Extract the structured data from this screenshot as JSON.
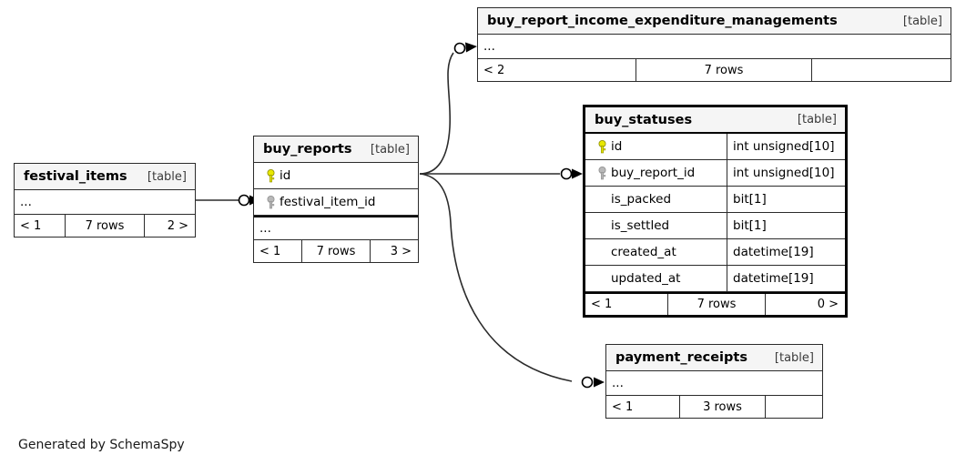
{
  "diagram": {
    "type": "entity-relationship-diagram",
    "generator_credit": "Generated by SchemaSpy",
    "table_tag": "[table]",
    "ellipsis": "...",
    "colors": {
      "primary_key_icon": "#e8e800",
      "foreign_key_icon": "#b0b0b0",
      "table_border": "#2b2b2b",
      "focus_table_border": "#000000",
      "title_background": "#f5f5f5",
      "page_background": "#ffffff"
    }
  },
  "tables": {
    "festival_items": {
      "name": "festival_items",
      "tag": "[table]",
      "ellipsis": "...",
      "footer": {
        "left": "< 1",
        "middle": "7 rows",
        "right": "2 >"
      }
    },
    "buy_reports": {
      "name": "buy_reports",
      "tag": "[table]",
      "ellipsis": "...",
      "columns": [
        {
          "key": "primary",
          "name": "id"
        },
        {
          "key": "foreign",
          "name": "festival_item_id"
        }
      ],
      "footer": {
        "left": "< 1",
        "middle": "7 rows",
        "right": "3 >"
      }
    },
    "buy_report_income_expenditure_managements": {
      "name": "buy_report_income_expenditure_managements",
      "tag": "[table]",
      "ellipsis": "...",
      "footer": {
        "left": "< 2",
        "middle": "7 rows",
        "right": ""
      }
    },
    "buy_statuses": {
      "name": "buy_statuses",
      "tag": "[table]",
      "focused": true,
      "columns": [
        {
          "key": "primary",
          "name": "id",
          "type": "int unsigned[10]"
        },
        {
          "key": "foreign",
          "name": "buy_report_id",
          "type": "int unsigned[10]"
        },
        {
          "key": "none",
          "name": "is_packed",
          "type": "bit[1]"
        },
        {
          "key": "none",
          "name": "is_settled",
          "type": "bit[1]"
        },
        {
          "key": "none",
          "name": "created_at",
          "type": "datetime[19]"
        },
        {
          "key": "none",
          "name": "updated_at",
          "type": "datetime[19]"
        }
      ],
      "footer": {
        "left": "< 1",
        "middle": "7 rows",
        "right": "0 >"
      }
    },
    "payment_receipts": {
      "name": "payment_receipts",
      "tag": "[table]",
      "ellipsis": "...",
      "footer": {
        "left": "< 1",
        "middle": "3 rows",
        "right": ""
      }
    }
  },
  "relationships": [
    {
      "from": "festival_items",
      "to": "buy_reports",
      "to_column": "festival_item_id"
    },
    {
      "from": "buy_reports",
      "to": "buy_report_income_expenditure_managements"
    },
    {
      "from": "buy_reports",
      "to": "buy_statuses",
      "to_column": "buy_report_id"
    },
    {
      "from": "buy_reports",
      "to": "payment_receipts"
    }
  ]
}
